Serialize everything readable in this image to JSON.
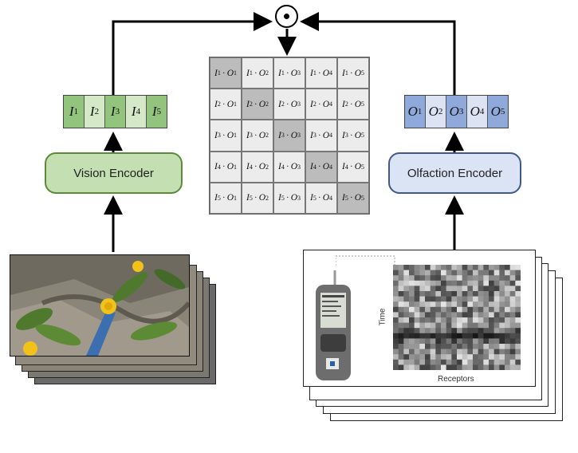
{
  "operator": {
    "symbol": "dot-product-operator"
  },
  "vision_encoder": {
    "label": "Vision Encoder",
    "color": "#c4e0b2",
    "border": "#5a8a3a"
  },
  "olfaction_encoder": {
    "label": "Olfaction Encoder",
    "color": "#dbe4f4",
    "border": "#3f5a8a"
  },
  "image_embeddings": {
    "letter": "I",
    "indices": [
      "1",
      "2",
      "3",
      "4",
      "5"
    ],
    "colors": [
      "#92c47d",
      "#d5e8c8",
      "#92c47d",
      "#d5e8c8",
      "#92c47d"
    ]
  },
  "olfaction_embeddings": {
    "letter": "O",
    "indices": [
      "1",
      "2",
      "3",
      "4",
      "5"
    ],
    "colors": [
      "#8fa9db",
      "#dce4f4",
      "#8fa9db",
      "#dce4f4",
      "#8fa9db"
    ]
  },
  "similarity_matrix": {
    "row_letter": "I",
    "col_letter": "O",
    "size": 5,
    "diagonal_color": "#bcbcbc",
    "off_diagonal_color": "#ececec"
  },
  "sensor_plot": {
    "ylabel": "Time",
    "xlabel": "Receptors"
  }
}
